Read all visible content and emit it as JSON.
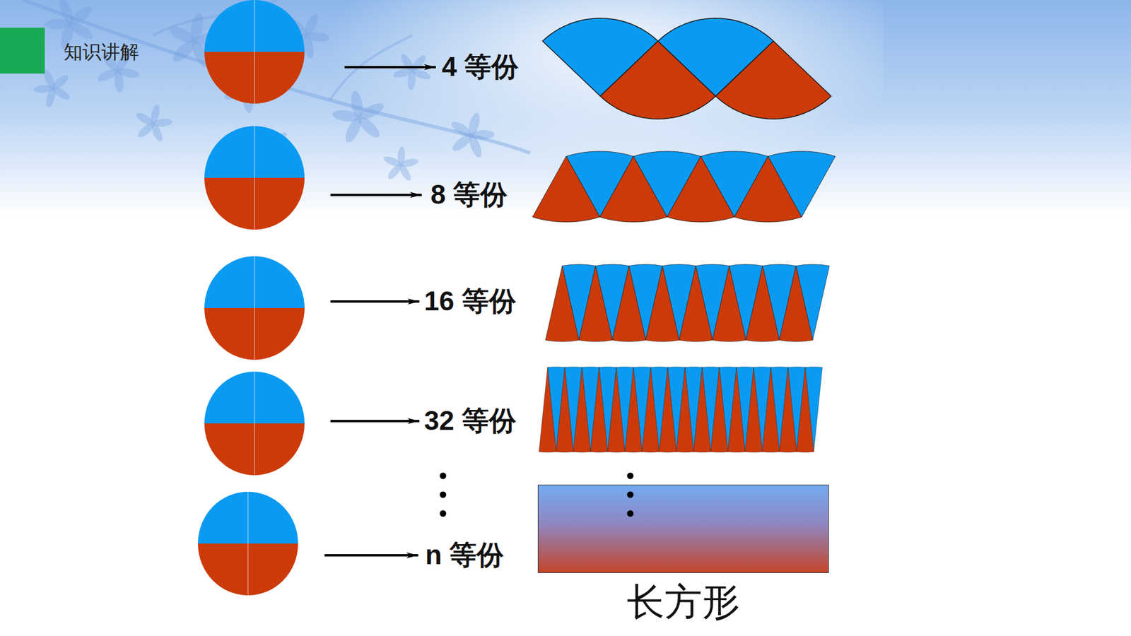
{
  "diagram": {
    "title": "知识讲解",
    "nodes": [
      {
        "text": [
          "长方形"
        ]
      }
    ],
    "labels": [
      "4 等份",
      "8 等份",
      "16 等份",
      "32 等份",
      "n 等份"
    ]
  }
}
